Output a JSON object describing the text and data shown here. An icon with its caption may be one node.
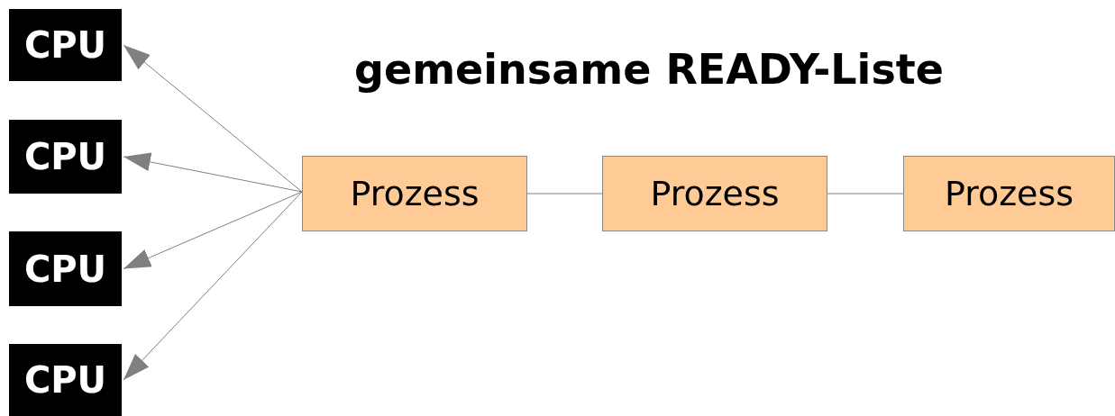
{
  "diagram": {
    "title": "gemeinsame READY-Liste",
    "nodes": [
      {
        "text": [
          "CPU"
        ]
      },
      {
        "text": [
          "CPU"
        ]
      },
      {
        "text": [
          "CPU"
        ]
      },
      {
        "text": [
          "CPU"
        ]
      },
      {
        "text": [
          "Prozess"
        ]
      },
      {
        "text": [
          "Prozess"
        ]
      },
      {
        "text": [
          "Prozess"
        ]
      }
    ],
    "edges": [
      {
        "from": 4,
        "to": 0,
        "arrow": "to"
      },
      {
        "from": 4,
        "to": 1,
        "arrow": "to"
      },
      {
        "from": 4,
        "to": 2,
        "arrow": "to"
      },
      {
        "from": 4,
        "to": 3,
        "arrow": "to"
      },
      {
        "from": 4,
        "to": 5,
        "arrow": "none"
      },
      {
        "from": 5,
        "to": 6,
        "arrow": "none"
      }
    ]
  }
}
